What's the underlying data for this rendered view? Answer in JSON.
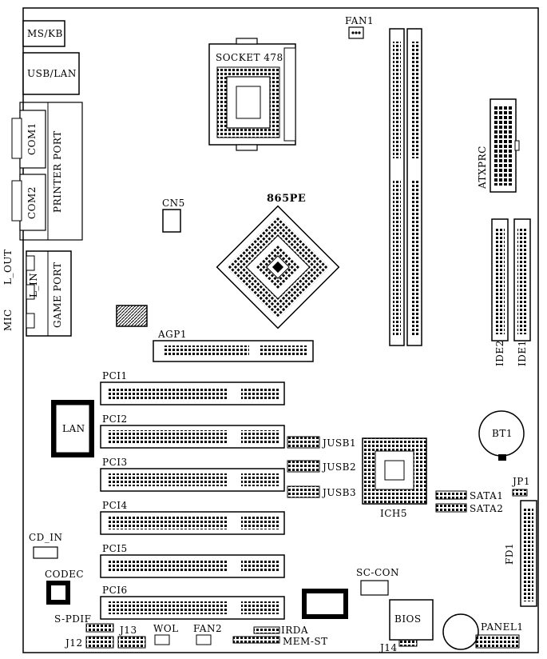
{
  "labels": {
    "ms_kb": "MS/KB",
    "usb_lan": "USB/LAN",
    "com1": "COM1",
    "com2": "COM2",
    "printer_port": "PRINTER PORT",
    "l_out": "L_OUT",
    "l_in": "L_IN",
    "mic": "MIC",
    "game_port": "GAME PORT",
    "fan1": "FAN1",
    "socket": "SOCKET 478",
    "atxprc": "ATXPRC",
    "cn5": "CN5",
    "chipset": "865PE",
    "ide2": "IDE2",
    "ide1": "IDE1",
    "agp1": "AGP1",
    "pci1": "PCI1",
    "pci2": "PCI2",
    "pci3": "PCI3",
    "pci4": "PCI4",
    "pci5": "PCI5",
    "pci6": "PCI6",
    "lan": "LAN",
    "jusb1": "JUSB1",
    "jusb2": "JUSB2",
    "jusb3": "JUSB3",
    "bt1": "BT1",
    "ich5": "ICH5",
    "sata1": "SATA1",
    "sata2": "SATA2",
    "jp1": "JP1",
    "fd1": "FD1",
    "cd_in": "CD_IN",
    "codec": "CODEC",
    "sc_con": "SC-CON",
    "s_pdif": "S-PDIF",
    "j12": "J12",
    "j13": "J13",
    "wol": "WOL",
    "fan2": "FAN2",
    "irda": "IRDA",
    "mem_st": "MEM-ST",
    "bios": "BIOS",
    "j14": "J14",
    "panel1": "PANEL1"
  },
  "colors": {
    "line": "#000000",
    "board": "#ffffff"
  }
}
